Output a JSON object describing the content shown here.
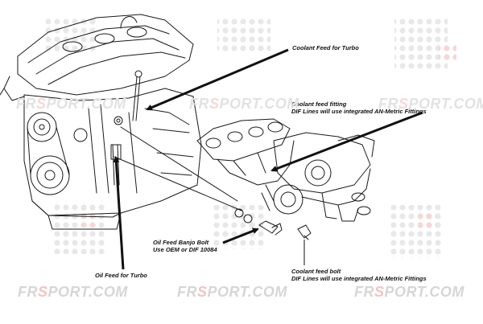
{
  "labels": {
    "coolant_feed_turbo": "Coolant Feed for Turbo",
    "coolant_feed_fitting_line1": "Coolant feed fitting",
    "coolant_feed_fitting_line2": "DIF Lines will use integrated AN-Metric Fittings",
    "oil_feed_banjo_line1": "Oil Feed Banjo Bolt",
    "oil_feed_banjo_line2": "Use OEM or DIF 10084",
    "oil_feed_turbo": "Oil Feed for Turbo",
    "coolant_feed_bolt_line1": "Coolant feed bolt",
    "coolant_feed_bolt_line2": "DIF Lines will use integrated AN-Metric Fittings"
  },
  "watermark": {
    "fr": "FR",
    "s": "S",
    "rest": "PORT.COM"
  },
  "colors": {
    "line": "#1a1a1a",
    "watermark_gray": "#d6d6d6",
    "watermark_red": "#f2c3c3"
  }
}
